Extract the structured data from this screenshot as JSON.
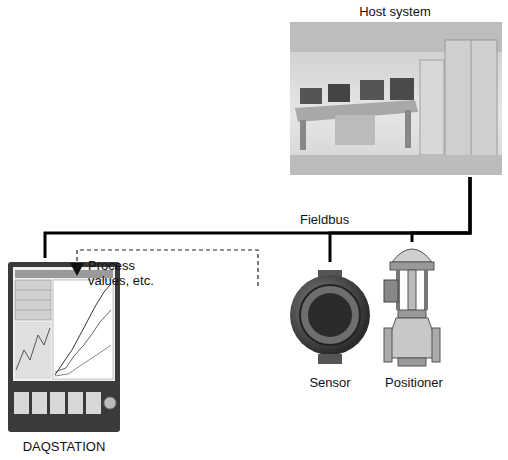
{
  "diagram": {
    "nodes": [
      {
        "text": [
          "Host system"
        ]
      },
      {
        "text": [
          "DAQSTATION"
        ]
      },
      {
        "text": [
          "Sensor"
        ]
      },
      {
        "text": [
          "Positioner"
        ]
      }
    ],
    "edges": [
      {
        "from": 0,
        "to": 1,
        "arrow": "none"
      },
      {
        "from": 0,
        "to": 2,
        "arrow": "none"
      },
      {
        "from": 0,
        "to": 3,
        "arrow": "none"
      }
    ],
    "labels": [
      "Fieldbus",
      "Process values, etc."
    ]
  }
}
